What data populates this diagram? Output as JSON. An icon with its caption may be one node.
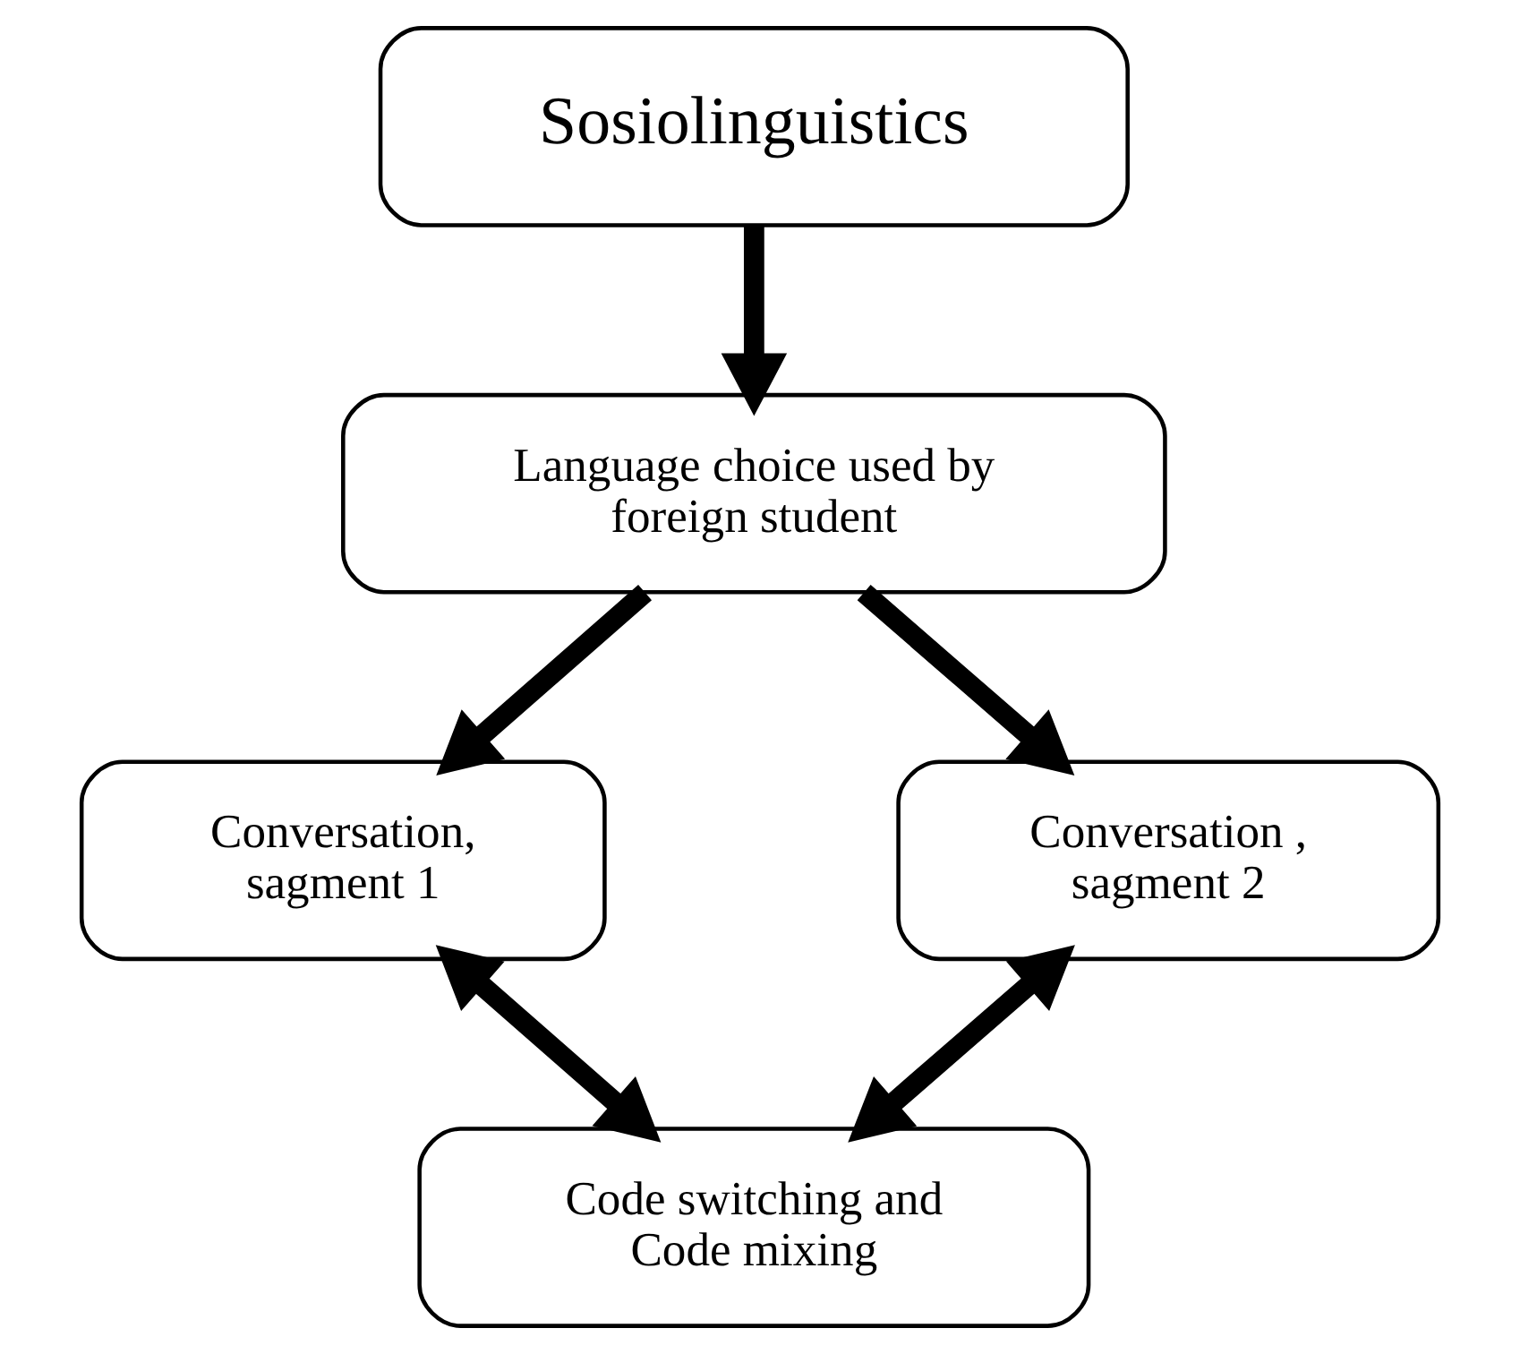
{
  "diagram": {
    "nodes": [
      {
        "text": [
          "Sosiolinguistics"
        ]
      },
      {
        "text": [
          "Language choice used by foreign student"
        ]
      },
      {
        "text": [
          "Conversation, sagment 1"
        ]
      },
      {
        "text": [
          "Conversation , sagment 2"
        ]
      },
      {
        "text": [
          "Code switching and Code mixing"
        ]
      }
    ],
    "edges": [
      {
        "from": 0,
        "to": 1,
        "arrow": "to"
      },
      {
        "from": 1,
        "to": 2,
        "arrow": "to"
      },
      {
        "from": 1,
        "to": 3,
        "arrow": "to"
      },
      {
        "from": 2,
        "to": 4,
        "arrow": "both"
      },
      {
        "from": 3,
        "to": 4,
        "arrow": "both"
      }
    ]
  }
}
